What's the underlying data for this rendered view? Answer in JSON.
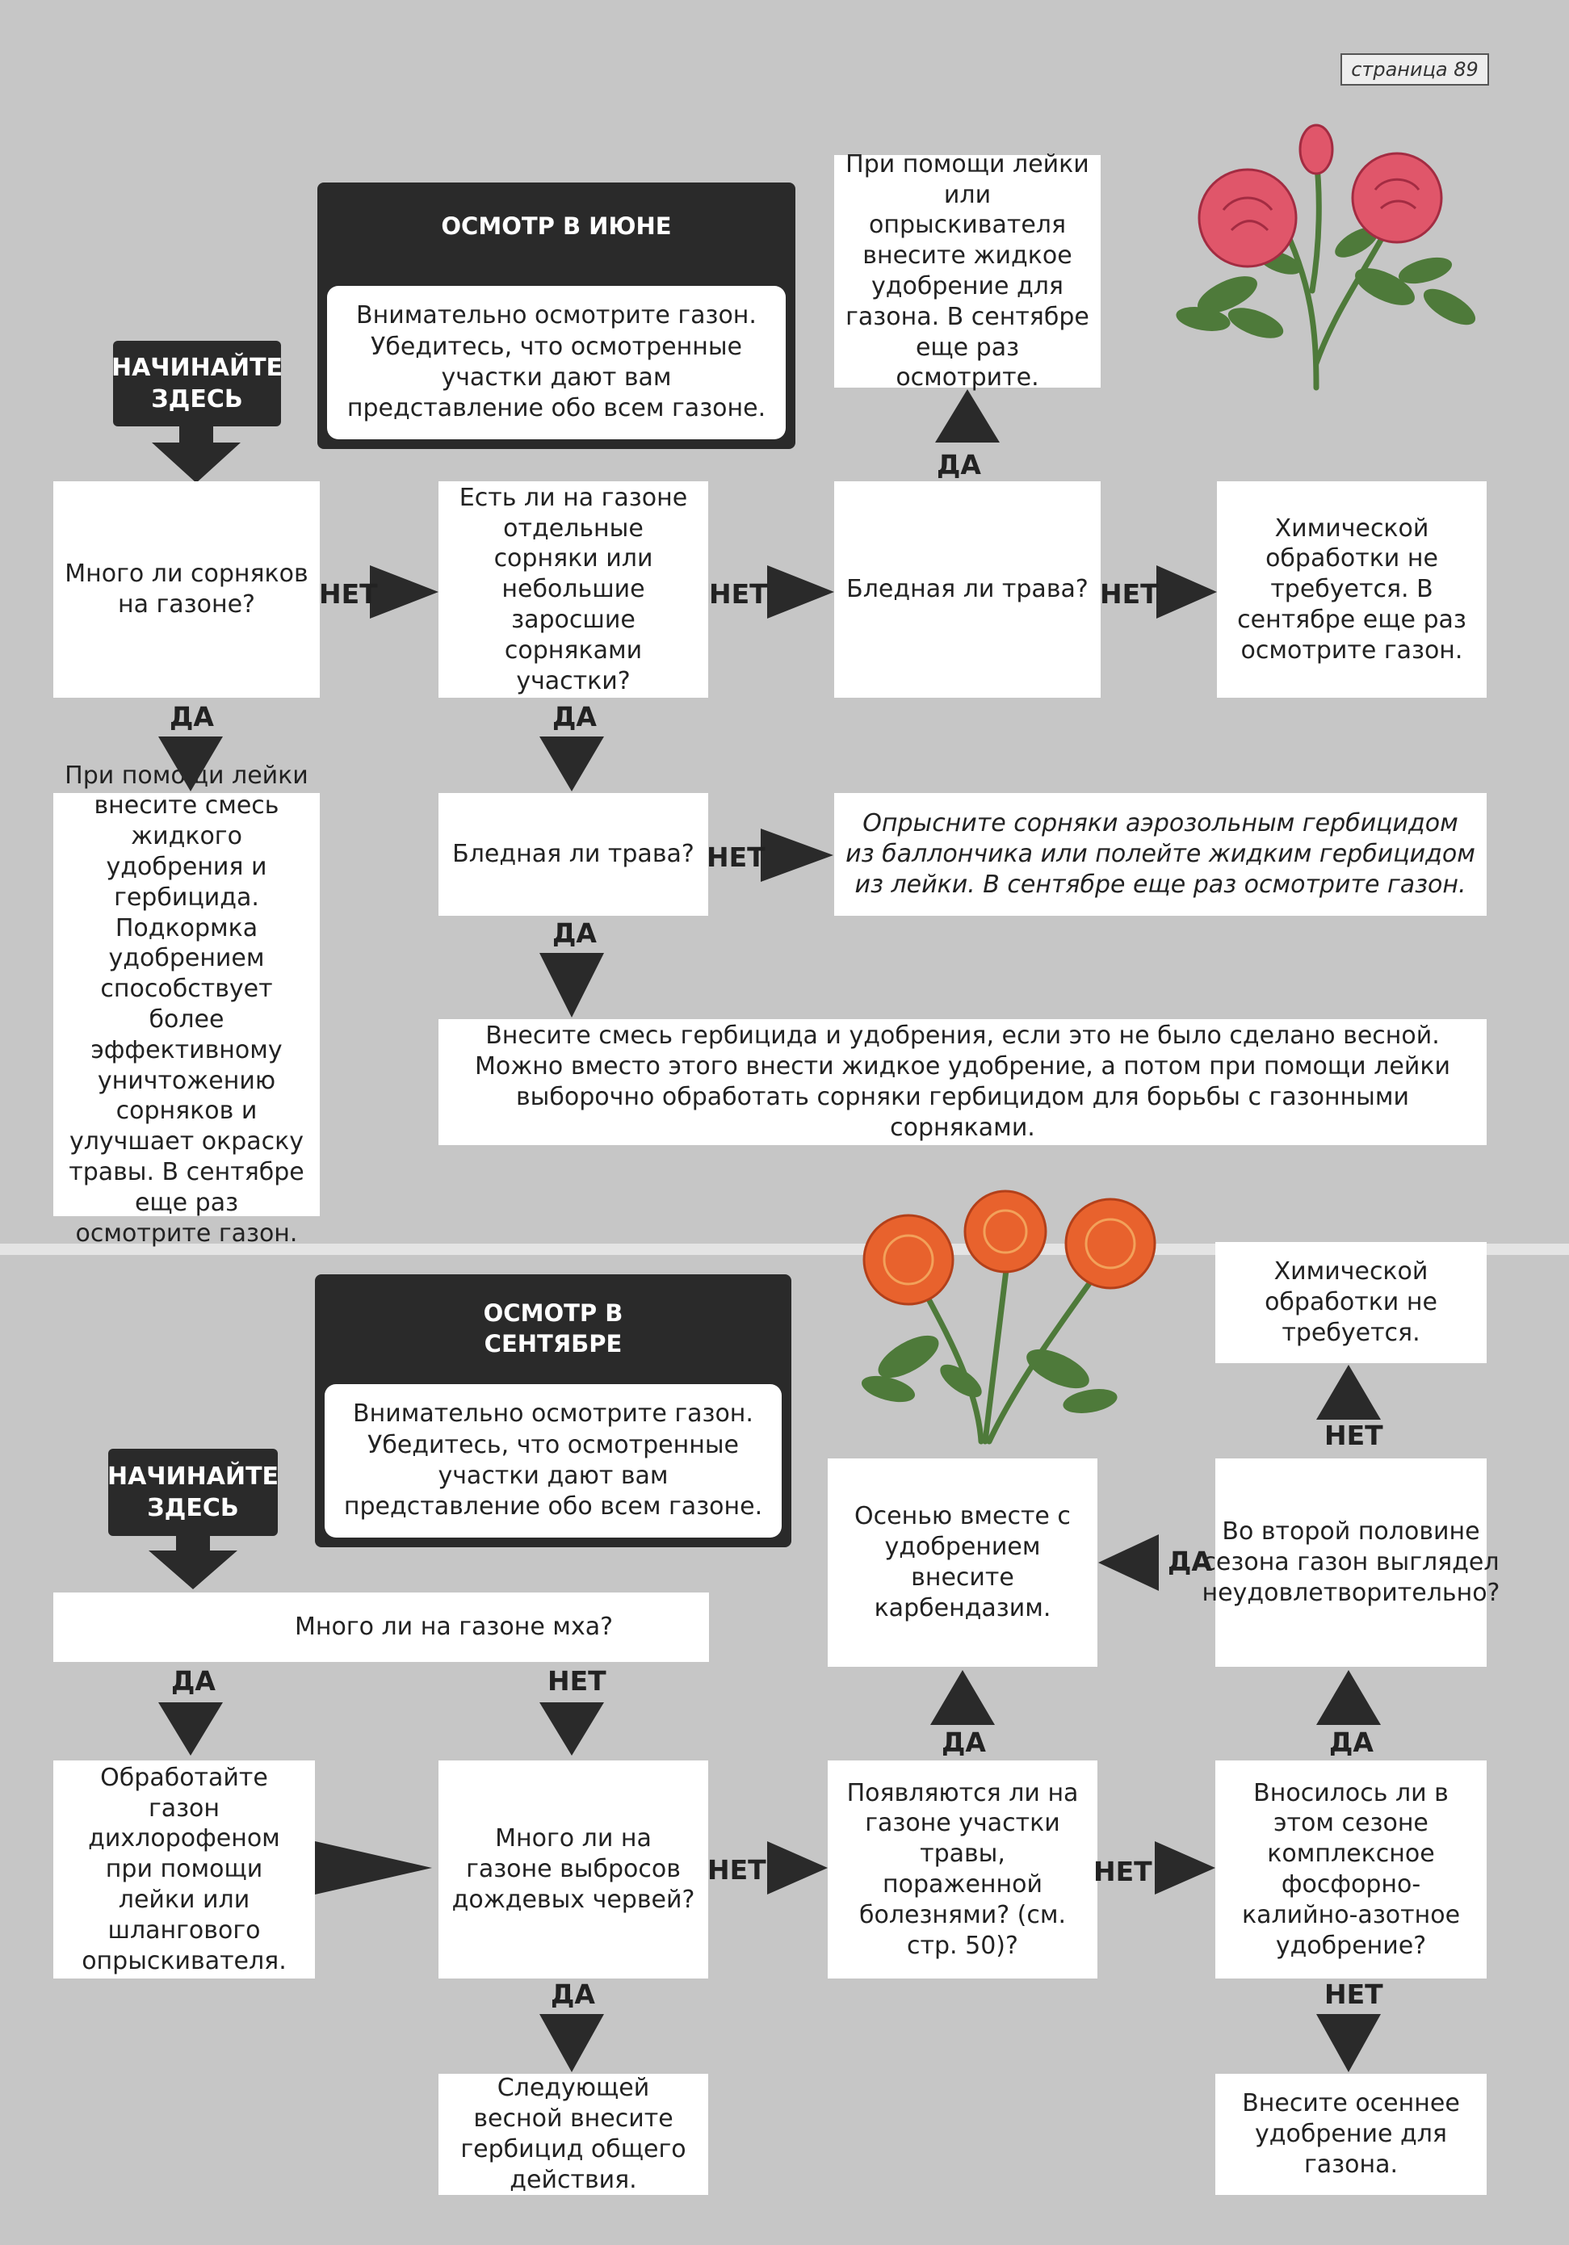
{
  "page_label": "страница 89",
  "june": {
    "start_label": "НАЧИНАЙТЕ ЗДЕСЬ",
    "header_title": "ОСМОТР В ИЮНЕ",
    "header_text": "Внимательно осмотрите газон. Убедитесь, что осмотренные участки дают вам представление обо всем газоне.",
    "q_weeds": "Много ли сорняков на газоне?",
    "q_single_weeds": "Есть ли на газоне отдельные сорняки или небольшие заросшие сорняками участки?",
    "q_pale_top": "Бледная ли трава?",
    "q_pale_mid": "Бледная ли трава?",
    "a_liquid_fert": "При помощи лейки или опрыскивателя внесите жидкое удобрение для газона. В сентябре еще раз осмотрите.",
    "a_no_chem": "Химической обработки не требуется. В сентябре еще раз осмотрите газон.",
    "a_mix": "При помощи лейки внесите смесь жидкого удобрения и гербицида. Подкормка удобрением способствует более эффективному уничтожению сорняков и улучшает окраску травы. В сентябре еще раз осмотрите газон.",
    "a_spray": "Опрысните сорняки аэрозольным гербицидом из баллончика или полейте жидким гербицидом из лейки. В сентябре еще раз осмотрите газон.",
    "a_herb_fert": "Внесите смесь гербицида и удобрения, если это не было сделано весной. Можно вместо этого внести жидкое удобрение, а потом при помощи лейки выборочно обработать сорняки гербицидом для борьбы с газонными сорняками."
  },
  "september": {
    "start_label": "НАЧИНАЙТЕ ЗДЕСЬ",
    "header_title": "ОСМОТР В СЕНТЯБРЕ",
    "header_text": "Внимательно осмотрите газон. Убедитесь, что осмотренные участки дают вам представление обо всем газоне.",
    "q_moss": "Много ли на газоне мха?",
    "a_dichlorophen": "Обработайте газон дихлорофеном при помощи лейки или шлангового опрыскивателя.",
    "q_worms": "Много ли на газоне выбросов дождевых червей?",
    "a_herbicide_spring": "Следующей весной внесите гербицид общего действия.",
    "q_disease": "Появляются ли на газоне участки травы, пораженной болезнями? (см. стр. 50)?",
    "a_carbendazim": "Осенью вместе с удобрением внесите карбендазим.",
    "q_complex_fert": "Вносилось ли в этом сезоне комплексное фосфорно-калийно-азотное удобрение?",
    "a_autumn_fert": "Внесите осеннее удобрение для газона.",
    "q_second_half": "Во второй половине сезона газон выглядел неудовлетворительно?",
    "a_no_chem": "Химической обработки не требуется."
  },
  "labels": {
    "yes": "ДА",
    "no": "НЕТ"
  },
  "colors": {
    "background": "#c6c6c6",
    "box": "#ffffff",
    "dark": "#2a2a2a",
    "rose": "#e0566a",
    "aster": "#e8622d",
    "leaf": "#4e7a3a"
  }
}
